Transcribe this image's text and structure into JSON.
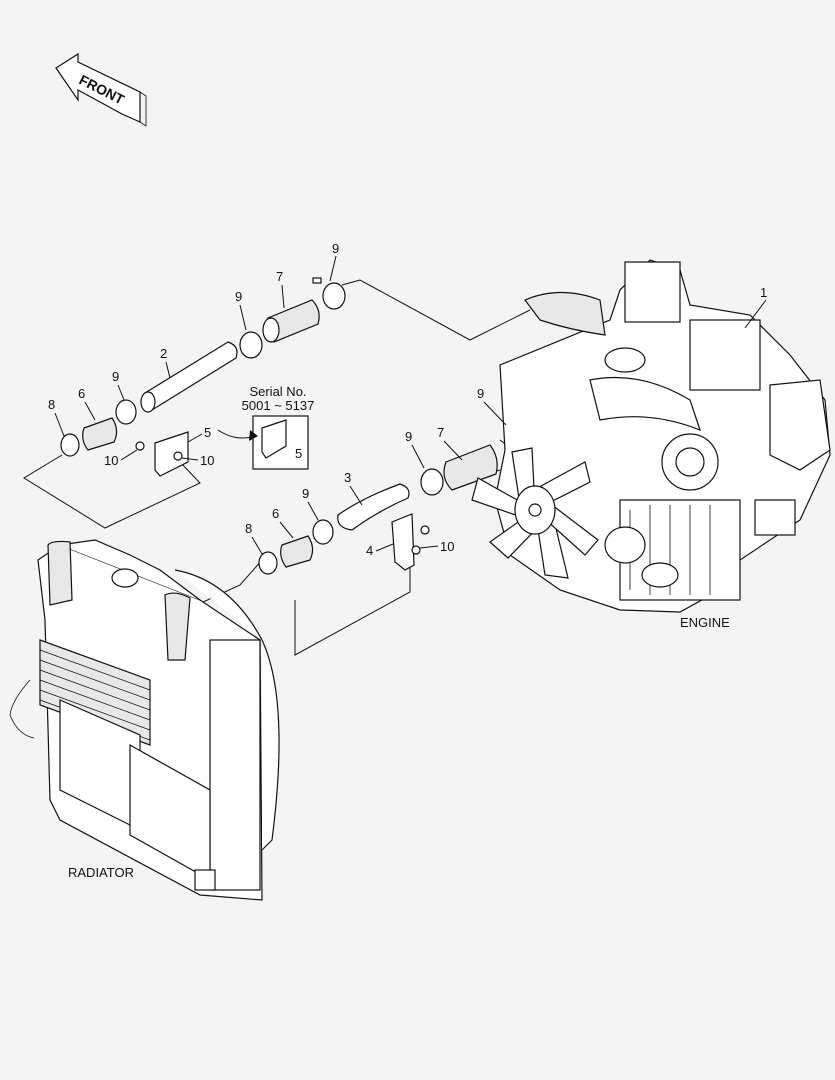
{
  "front_arrow": {
    "label": "FRONT"
  },
  "serial": {
    "title": "Serial No.",
    "range": "5001 ~ 5137",
    "callout": "5"
  },
  "assemblies": {
    "engine": "ENGINE",
    "radiator": "RADIATOR"
  },
  "callouts": {
    "c1": "1",
    "c2": "2",
    "c3": "3",
    "c4": "4",
    "c5a": "5",
    "c6a": "6",
    "c6b": "6",
    "c7a": "7",
    "c7b": "7",
    "c8a": "8",
    "c8b": "8",
    "c9a": "9",
    "c9b": "9",
    "c9c": "9",
    "c9d": "9",
    "c9e": "9",
    "c9f": "9",
    "c10a": "10",
    "c10b": "10",
    "c10c": "10"
  }
}
